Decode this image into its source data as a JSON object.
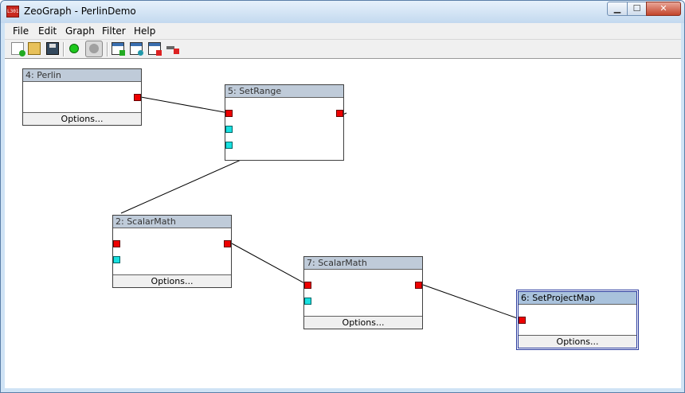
{
  "window": {
    "title": "ZeoGraph - PerlinDemo",
    "icon": "app-icon",
    "icon_text": "L301"
  },
  "window_buttons": {
    "minimize": "minimize-icon",
    "maximize": "maximize-icon",
    "close": "close-icon"
  },
  "menu": [
    "File",
    "Edit",
    "Graph",
    "Filter",
    "Help"
  ],
  "toolbar": [
    "new-file-icon",
    "open-folder-icon",
    "save-icon",
    "run-icon",
    "stop-icon",
    "add-node-icon",
    "edit-node-icon",
    "remove-node-icon",
    "delete-link-icon"
  ],
  "nodes": {
    "perlin": {
      "title": "4: Perlin",
      "options": "Options..."
    },
    "setrange": {
      "title": "5: SetRange"
    },
    "scalarmath2": {
      "title": "2: ScalarMath",
      "options": "Options..."
    },
    "scalarmath7": {
      "title": "7: ScalarMath",
      "options": "Options..."
    },
    "setprojectmap": {
      "title": "6: SetProjectMap",
      "options": "Options..."
    }
  },
  "colors": {
    "output_port": "#e00000",
    "input_port": "#19e0e0",
    "header": "#bfcbd9",
    "selected_border": "#2b3c9e"
  }
}
